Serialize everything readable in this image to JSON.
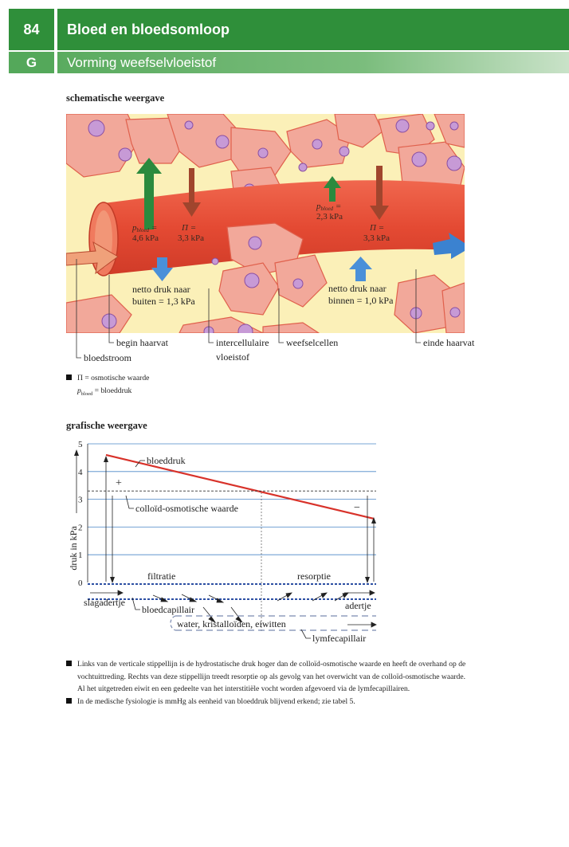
{
  "header": {
    "page_number": "84",
    "chapter_title": "Bloed en bloedsomloop",
    "section_letter": "G",
    "section_title": "Vorming weefselvloeistof"
  },
  "schematic": {
    "title": "schematische weergave",
    "left_arrow_up": {
      "symbol": "p",
      "sub": "bloed",
      "eq": " =",
      "value": "4,6 kPa"
    },
    "left_arrow_down": {
      "symbol": "Π =",
      "value": "3,3 kPa"
    },
    "right_arrow_up": {
      "symbol": "p",
      "sub": "bloed",
      "eq": " =",
      "value": "2,3 kPa"
    },
    "right_arrow_down": {
      "symbol": "Π =",
      "value": "3,3 kPa"
    },
    "net_left": {
      "line1": "netto druk naar",
      "line2": "buiten = 1,3 kPa"
    },
    "net_right": {
      "line1": "netto druk naar",
      "line2": "binnen = 1,0 kPa"
    },
    "labels": {
      "begin": "begin haarvat",
      "bloodstream": "bloedstroom",
      "intercellular_1": "intercellulaire",
      "intercellular_2": "vloeistof",
      "tissue_cells": "weefselcellen",
      "end": "einde haarvat"
    },
    "legend": {
      "osmotic": "Π = osmotische waarde",
      "pressure_symbol": "p",
      "pressure_sub": "bloed",
      "pressure": " = bloeddruk"
    }
  },
  "graph": {
    "title": "grafische weergave",
    "labels": {
      "bloeddruk": "bloeddruk",
      "plus": "+",
      "minus": "−",
      "colloid": "colloïd-osmotische waarde",
      "filtratie": "filtratie",
      "resorptie": "resorptie",
      "slagadertje": "slagadertje",
      "bloedcapillair": "bloedcapillair",
      "adertje": "adertje",
      "water": "water, kristalloïden, eiwitten",
      "lymf": "lymfecapillair"
    }
  },
  "chart_data": {
    "type": "line",
    "ylabel": "druk in kPa",
    "ylim": [
      0,
      5
    ],
    "yticks": [
      "0",
      "1",
      "2",
      "3",
      "4",
      "5"
    ],
    "series": [
      {
        "name": "bloeddruk",
        "x": [
          0,
          1
        ],
        "y": [
          4.6,
          2.3
        ],
        "color": "#d8322a"
      },
      {
        "name": "colloïd-osmotische waarde",
        "x": [
          0,
          1
        ],
        "y": [
          3.3,
          3.3
        ],
        "color": "#333333"
      }
    ]
  },
  "notes": [
    "Links van de verticale stippellijn is de hydrostatische druk hoger dan de colloïd-osmotische waarde en heeft de overhand op de",
    "vochtuittreding. Rechts van deze stippellijn treedt resorptie op als gevolg van het overwicht van de colloïd-osmotische waarde.",
    "Al het uitgetreden eiwit en een gedeelte van het interstitiële vocht worden afgevoerd via de lymfecapillairen.",
    "In de medische fysiologie is mmHg als eenheid van bloeddruk blijvend erkend; zie tabel 5."
  ],
  "colors": {
    "header_green": "#2f8f3a",
    "vessel_red": "#e8503a",
    "cell_pink": "#f2a89a",
    "nucleus_purple": "#c79ad6",
    "fluid_yellow": "#fbf0b8",
    "arrow_green": "#2b8a3e",
    "arrow_brown": "#a0452d",
    "arrow_blue": "#3b82d0"
  }
}
